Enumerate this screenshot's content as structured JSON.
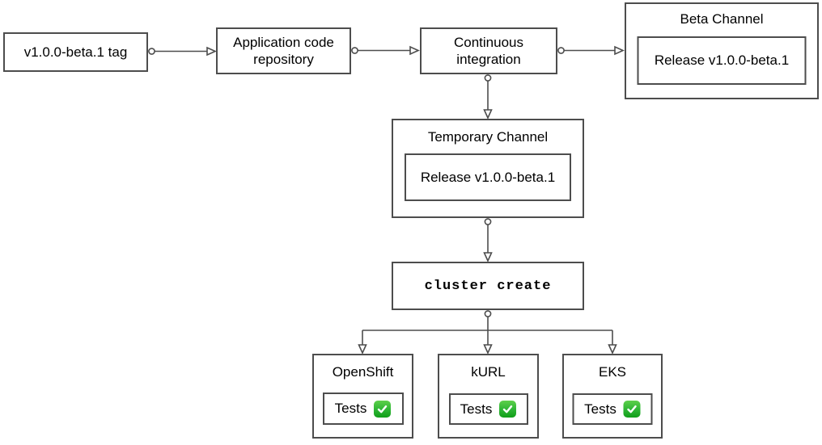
{
  "diagram": {
    "colors": {
      "node_border": "#4d4d4d",
      "node_fill": "#ffffff",
      "connector": "#4d4d4d",
      "text": "#000000",
      "check_green_top": "#5ed04b",
      "check_green_bottom": "#119e18",
      "check_mark": "#ffffff"
    },
    "icons": {
      "test_status": "check-mark-button"
    },
    "nodes": {
      "tag": {
        "label": "v1.0.0-beta.1 tag"
      },
      "app_repo": {
        "label": "Application code repository"
      },
      "ci": {
        "label": "Continuous integration"
      },
      "beta_channel": {
        "title": "Beta Channel",
        "release_label": "Release v1.0.0-beta.1"
      },
      "temp_channel": {
        "title": "Temporary Channel",
        "release_label": "Release v1.0.0-beta.1"
      },
      "cluster_create": {
        "label": "cluster create"
      },
      "openshift": {
        "title": "OpenShift",
        "tests_label": "Tests"
      },
      "kurl": {
        "title": "kURL",
        "tests_label": "Tests"
      },
      "eks": {
        "title": "EKS",
        "tests_label": "Tests"
      }
    }
  }
}
